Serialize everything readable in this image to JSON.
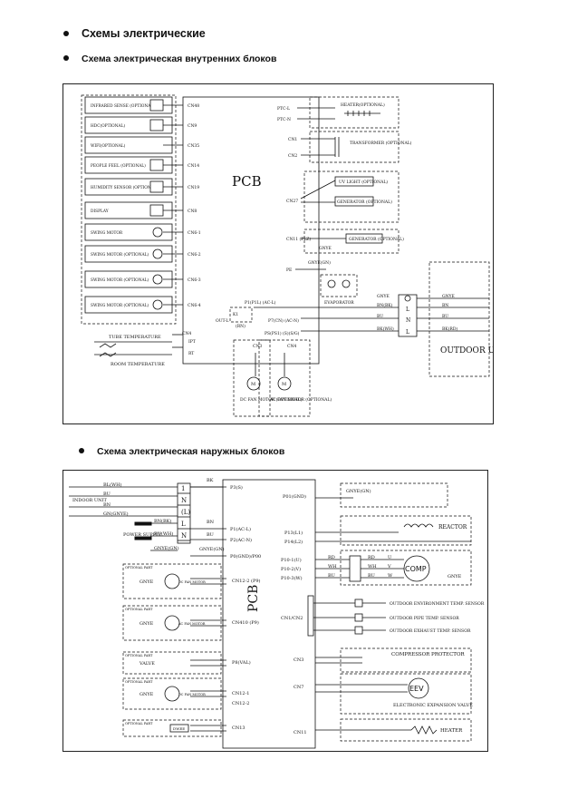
{
  "headings": {
    "main": "Схемы электрические",
    "indoor": "Схема электрическая внутренних блоков",
    "outdoor": "Схема электрическая наружных блоков"
  },
  "indoor": {
    "pcb": "PCB",
    "left_modules": [
      {
        "label": "INFRARED SENSE (OPTIONAL)",
        "cn": "CN48"
      },
      {
        "label": "HDC(OPTIONAL)",
        "cn": "CN9"
      },
      {
        "label": "WIFI(OPTIONAL)",
        "cn": "CN35"
      },
      {
        "label": "PEOPLE FEEL (OPTIONAL)",
        "cn": "CN14"
      },
      {
        "label": "HUMIDITY SENSOR (OPTIONAL)",
        "cn": "CN19"
      },
      {
        "label": "DISPLAY",
        "cn": "CN8"
      },
      {
        "label": "SWING MOTOR",
        "cn": "CN6-1"
      },
      {
        "label": "SWING MOTOR (OPTIONAL)",
        "cn": "CN6-2"
      },
      {
        "label": "SWING MOTOR (OPTIONAL)",
        "cn": "CN6-3"
      },
      {
        "label": "SWING MOTOR (OPTIONAL)",
        "cn": "CN6-4"
      }
    ],
    "sensors": {
      "cn": "CN4",
      "ipt": "IPT",
      "rt": "RT",
      "tube": "TUBE TEMPERATURE",
      "room": "ROOM TEMPERATURE"
    },
    "right": {
      "ptc_l": "PTC-L",
      "ptc_n": "PTC-N",
      "heater": "HEATER(OPTIONAL)",
      "cn1": "CN1",
      "cn2": "CN2",
      "transformer": "TRANSFORMER (OPTIONAL)",
      "cn27": "CN27",
      "uv": "UV LIGHT (OPTIONAL)",
      "generator": "GENERATOR (OPTIONAL)",
      "cn11": "CN11 (PLZ)",
      "gnye": "GNYE",
      "gen2": "GENERATOR (OPTIONAL)",
      "pe": "PE",
      "gnye_gn": "GNYE(GN)",
      "evaporator": "EVAPORATOR",
      "p1": "P1(P1L) (AC-L)",
      "k1": "K1",
      "out_l": "OUT-L",
      "rn": "(RN)",
      "p7": "P7(CN) (AC-N)",
      "ps": "PS(PS1) (S)(S/G)",
      "term": [
        "GNYE",
        "BN(BK)",
        "BU",
        "BK(WH)"
      ],
      "term_letters": [
        "L",
        "N",
        "L"
      ],
      "wires": [
        "GNYE",
        "BN",
        "BU",
        "BK(RD)"
      ],
      "outdoor": "OUTDOOR UNIT",
      "cn3": "CN3",
      "cn4b": "CN4",
      "dc_fan": "DC FAN MOTOR (OPTIONAL)",
      "ac_fan": "AC FAN MOTOR (OPTIONAL)",
      "m": "M"
    }
  },
  "outdoor": {
    "pcb": "PCB",
    "terminal": [
      "1",
      "N",
      "(L)",
      "L",
      "N"
    ],
    "wires_top": [
      "BL(WH)",
      "BU",
      "BN",
      "GN(GNYE)"
    ],
    "indoor_unit": "INDOOR UNIT",
    "bk": "BK",
    "power": "POWER SUPPLY",
    "power_wires": [
      "BN(BK)",
      "BU(WH)",
      "GNYE(GN)"
    ],
    "bn": "BN",
    "bu": "BU",
    "gnye_gn": "GNYE(GN)",
    "left_ports": [
      "P3(S)",
      "P1(AC-L)",
      "P2(AC-N)",
      "P0(GND)/P00"
    ],
    "left_modules": [
      {
        "label": "DC FAN MOTOR",
        "cn": "CN12-2 (P9)"
      },
      {
        "label": "AC FAN MOTOR",
        "cn": "CN410 (P9)"
      },
      {
        "label": "VALVE",
        "cn": "P8(VAL)"
      },
      {
        "label": "DC FAN MOTOR",
        "cn": "CN12-1",
        "cn2": "CN12-2"
      },
      {
        "label": "DWEE",
        "cn": "CN13"
      }
    ],
    "optional": "OPTIONAL PART",
    "gnye": "GNYE",
    "right": {
      "p01": "P01(GND)",
      "gnye_gn": "GNYE(GN)",
      "p13": "P13(L1)",
      "p14": "P14(L2)",
      "reactor": "REACTOR",
      "p10": [
        "P10-1(U)",
        "P10-2(V)",
        "P10-3(W)"
      ],
      "rd": "RD",
      "wh": "WH",
      "bu": "BU",
      "uvw": [
        "U",
        "V",
        "W"
      ],
      "comp": "COMP",
      "gnye": "GNYE",
      "cn12": "CN1/CN2",
      "sensors": [
        "OUTDOOR ENVIRONMENT TEMP. SENSOR",
        "OUTDOOR PIPE TEMP. SENSOR",
        "OUTDOOR EXHAUST TEMP. SENSOR"
      ],
      "cn3": "CN3",
      "protector": "COMPRESSOR PROTECTOR",
      "cn7": "CN7",
      "eev": "EEV",
      "eev_label": "ELECTRONIC EXPANSION VALVE",
      "cn11": "CN11",
      "heater": "HEATER"
    }
  }
}
